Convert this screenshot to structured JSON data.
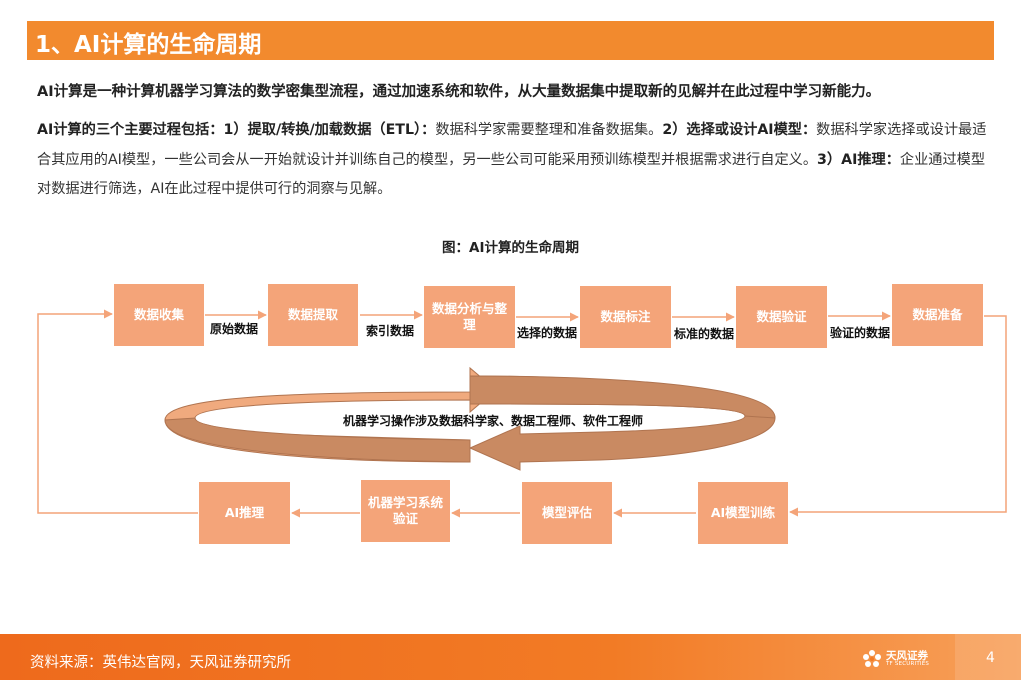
{
  "header": {
    "title": "1、AI计算的生命周期"
  },
  "intro": "AI计算是一种计算机器学习算法的数学密集型流程，通过加速系统和软件，从大量数据集中提取新的见解并在此过程中学习新能力。",
  "paragraph": {
    "p1_bold": "AI计算的三个主要过程包括：1）提取/转换/加载数据（ETL）：",
    "p1_text": "数据科学家需要整理和准备数据集。",
    "p2_bold": "2）选择或设计AI模型：",
    "p2_text": "数据科学家选择或设计最适合其应用的AI模型，一些公司会从一开始就设计并训练自己的模型，另一些公司可能采用预训练模型并根据需求进行自定义。",
    "p3_bold": "3）AI推理：",
    "p3_text": "企业通过模型对数据进行筛选，AI在此过程中提供可行的洞察与见解。"
  },
  "figure": {
    "title": "图：AI计算的生命周期",
    "top_steps": [
      "数据收集",
      "数据提取",
      "数据分析与整理",
      "数据标注",
      "数据验证",
      "数据准备"
    ],
    "top_labels": [
      "原始数据",
      "索引数据",
      "选择的数据",
      "标准的数据",
      "验证的数据"
    ],
    "bottom_steps": [
      "AI推理",
      "机器学习系统验证",
      "模型评估",
      "AI模型训练"
    ],
    "cycle_text": "机器学习操作涉及数据科学家、数据工程师、软件工程师",
    "colors": {
      "box": "#f4a479",
      "ring_light": "#f0aa7e",
      "ring_dark": "#c98a62",
      "line": "#f4a479"
    }
  },
  "footer": {
    "source": "资料来源：英伟达官网，天风证券研究所",
    "brand_name": "天风证券",
    "brand_sub": "TF SECURITIES",
    "page_number": "4"
  }
}
